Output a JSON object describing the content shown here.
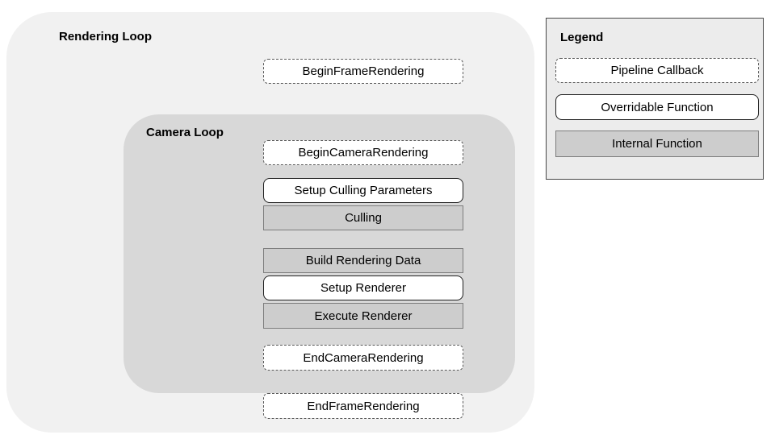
{
  "diagram": {
    "rendering_loop": {
      "title": "Rendering Loop",
      "begin_frame": {
        "label": "BeginFrameRendering",
        "type": "pipeline-callback"
      },
      "camera_loop": {
        "title": "Camera Loop",
        "steps": [
          {
            "label": "BeginCameraRendering",
            "type": "pipeline-callback"
          },
          {
            "label": "Setup Culling Parameters",
            "type": "overridable-function"
          },
          {
            "label": "Culling",
            "type": "internal-function"
          },
          {
            "label": "Build Rendering Data",
            "type": "internal-function"
          },
          {
            "label": "Setup Renderer",
            "type": "overridable-function"
          },
          {
            "label": "Execute Renderer",
            "type": "internal-function"
          },
          {
            "label": "EndCameraRendering",
            "type": "pipeline-callback"
          }
        ]
      },
      "end_frame": {
        "label": "EndFrameRendering",
        "type": "pipeline-callback"
      }
    },
    "legend": {
      "title": "Legend",
      "items": [
        {
          "label": "Pipeline Callback",
          "type": "pipeline-callback"
        },
        {
          "label": "Overridable Function",
          "type": "overridable-function"
        },
        {
          "label": "Internal Function",
          "type": "internal-function"
        }
      ]
    }
  },
  "colors": {
    "page_background": "#ffffff",
    "rendering_loop_background": "#f1f1f1",
    "camera_loop_background": "#d8d8d8",
    "internal_function_fill": "#cdcdcd",
    "internal_function_border": "#7d7d7d",
    "callback_border": "#595959",
    "overridable_border": "#1f1f1f",
    "legend_background": "#ececec",
    "legend_border": "#474747",
    "text": "#000000"
  }
}
